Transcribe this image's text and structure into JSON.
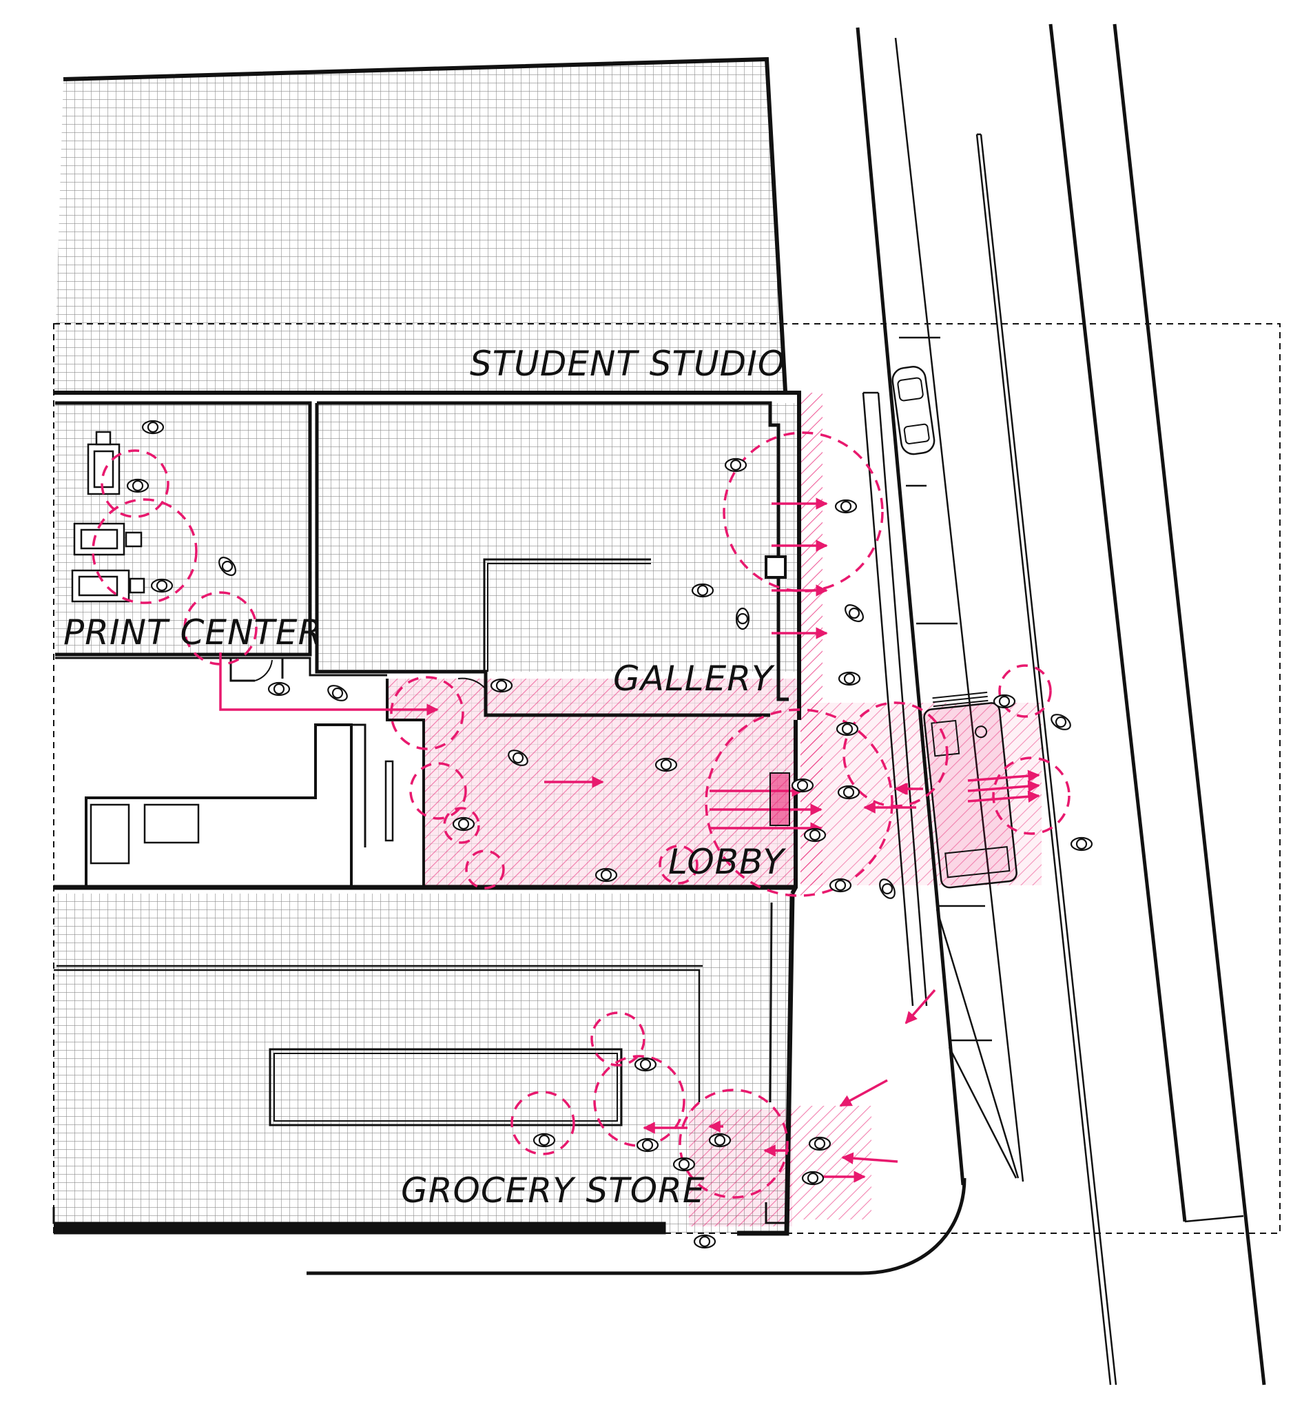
{
  "labels": {
    "student_studio": "STUDENT STUDIO",
    "print_center": "PRINT CENTER",
    "gallery": "GALLERY",
    "lobby": "LOBBY",
    "grocery_store": "GROCERY STORE"
  },
  "colors": {
    "accent": "#e8196e",
    "ink": "#111111",
    "grid": "#9a9a9a",
    "background": "#ffffff"
  },
  "icons": {
    "person": "person-topview-icon",
    "vehicle": "car-topview-icon",
    "bus": "bus-topview-icon"
  }
}
